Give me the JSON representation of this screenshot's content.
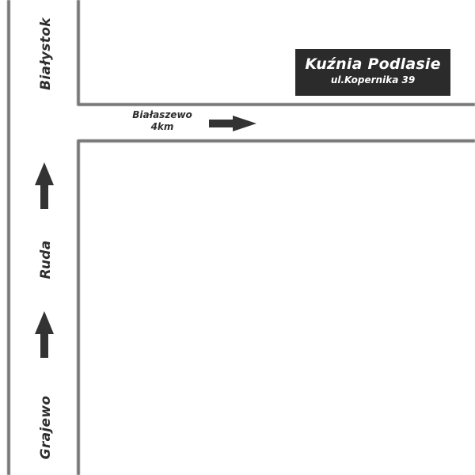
{
  "map": {
    "roads": {
      "north_label": "Białystok",
      "middle_label": "Ruda",
      "south_label": "Grajewo",
      "east_label": "Białaszewo",
      "east_distance": "4km"
    },
    "place": {
      "name": "Kuźnia Podlasie",
      "address": "ul.Kopernika 39"
    },
    "colors": {
      "road_edge": "#777777",
      "arrow": "#333333",
      "sign_background": "#2b2b2b",
      "sign_text": "#ffffff",
      "label_text": "#2e2e2e"
    },
    "icons": {
      "direction_north": "arrow-up-icon",
      "direction_east": "arrow-right-icon"
    }
  }
}
